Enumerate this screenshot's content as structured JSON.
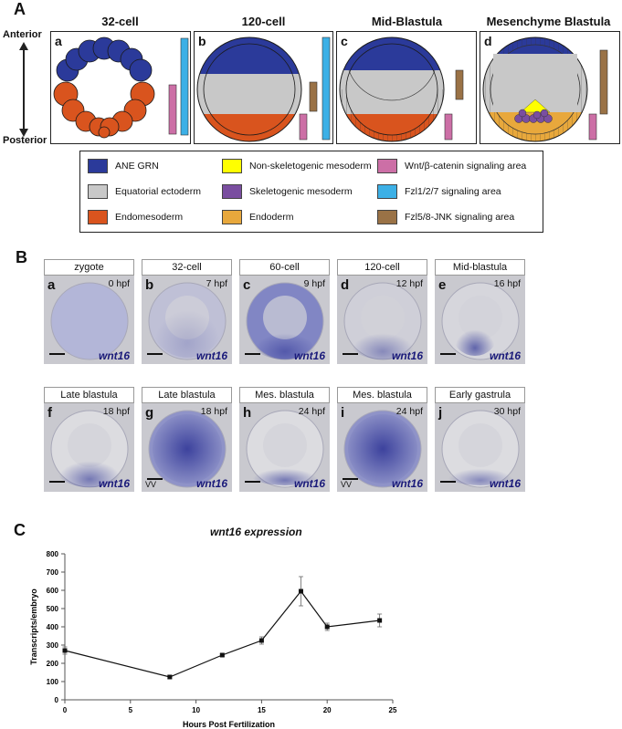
{
  "panelA": {
    "letter": "A",
    "anterior": "Anterior",
    "posterior": "Posterior",
    "stages": [
      {
        "letter": "a",
        "title": "32-cell"
      },
      {
        "letter": "b",
        "title": "120-cell"
      },
      {
        "letter": "c",
        "title": "Mid-Blastula"
      },
      {
        "letter": "d",
        "title": "Mesenchyme Blastula"
      }
    ],
    "legend": [
      {
        "label": "ANE GRN",
        "color": "#2b3a9a"
      },
      {
        "label": "Non-skeletogenic mesoderm",
        "color": "#ffff00"
      },
      {
        "label": "Wnt/β-catenin signaling area",
        "color": "#cc6fa6"
      },
      {
        "label": "Equatorial ectoderm",
        "color": "#c8c8c8"
      },
      {
        "label": "Skeletogenic mesoderm",
        "color": "#7a4ea0"
      },
      {
        "label": "Fzl1/2/7 signaling area",
        "color": "#3cb0e6"
      },
      {
        "label": "Endomesoderm",
        "color": "#d9541e"
      },
      {
        "label": "Endoderm",
        "color": "#e8a83c"
      },
      {
        "label": "Fzl5/8-JNK signaling area",
        "color": "#9a7246"
      }
    ]
  },
  "panelB": {
    "letter": "B",
    "gene": "wnt16",
    "embryos": [
      {
        "letter": "a",
        "stage": "zygote",
        "hpf": "0 hpf",
        "view": ""
      },
      {
        "letter": "b",
        "stage": "32-cell",
        "hpf": "7 hpf",
        "view": ""
      },
      {
        "letter": "c",
        "stage": "60-cell",
        "hpf": "9 hpf",
        "view": ""
      },
      {
        "letter": "d",
        "stage": "120-cell",
        "hpf": "12 hpf",
        "view": ""
      },
      {
        "letter": "e",
        "stage": "Mid-blastula",
        "hpf": "16 hpf",
        "view": ""
      },
      {
        "letter": "f",
        "stage": "Late blastula",
        "hpf": "18 hpf",
        "view": ""
      },
      {
        "letter": "g",
        "stage": "Late blastula",
        "hpf": "18 hpf",
        "view": "VV"
      },
      {
        "letter": "h",
        "stage": "Mes. blastula",
        "hpf": "24 hpf",
        "view": ""
      },
      {
        "letter": "i",
        "stage": "Mes. blastula",
        "hpf": "24 hpf",
        "view": "VV"
      },
      {
        "letter": "j",
        "stage": "Early gastrula",
        "hpf": "30 hpf",
        "view": ""
      }
    ]
  },
  "panelC": {
    "letter": "C"
  },
  "chart_data": {
    "type": "line",
    "title": "wnt16 expression",
    "xlabel": "Hours Post Fertilization",
    "ylabel": "Transcripts/embryo",
    "xlim": [
      0,
      25
    ],
    "ylim": [
      0,
      800
    ],
    "xticks": [
      0,
      5,
      10,
      15,
      20,
      25
    ],
    "yticks": [
      0,
      100,
      200,
      300,
      400,
      500,
      600,
      700,
      800
    ],
    "x": [
      0,
      8,
      12,
      15,
      18,
      20,
      24
    ],
    "y": [
      270,
      125,
      245,
      325,
      595,
      400,
      435
    ],
    "error": [
      20,
      10,
      8,
      20,
      80,
      20,
      35
    ],
    "grid": false
  }
}
